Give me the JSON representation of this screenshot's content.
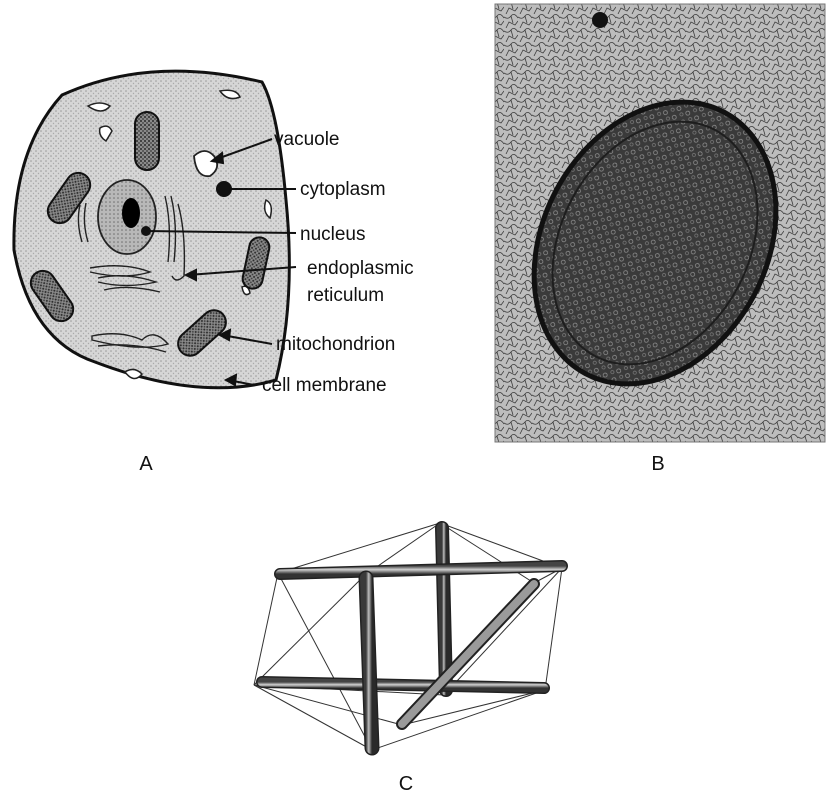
{
  "panel_a": {
    "caption": "A",
    "labels": {
      "vacuole": "vacuole",
      "cytoplasm": "cytoplasm",
      "nucleus": "nucleus",
      "er_line1": "endoplasmic",
      "er_line2": "reticulum",
      "mitochondrion": "mitochondrion",
      "cell_membrane": "cell membrane"
    }
  },
  "panel_b": {
    "caption": "B"
  },
  "panel_c": {
    "caption": "C"
  }
}
